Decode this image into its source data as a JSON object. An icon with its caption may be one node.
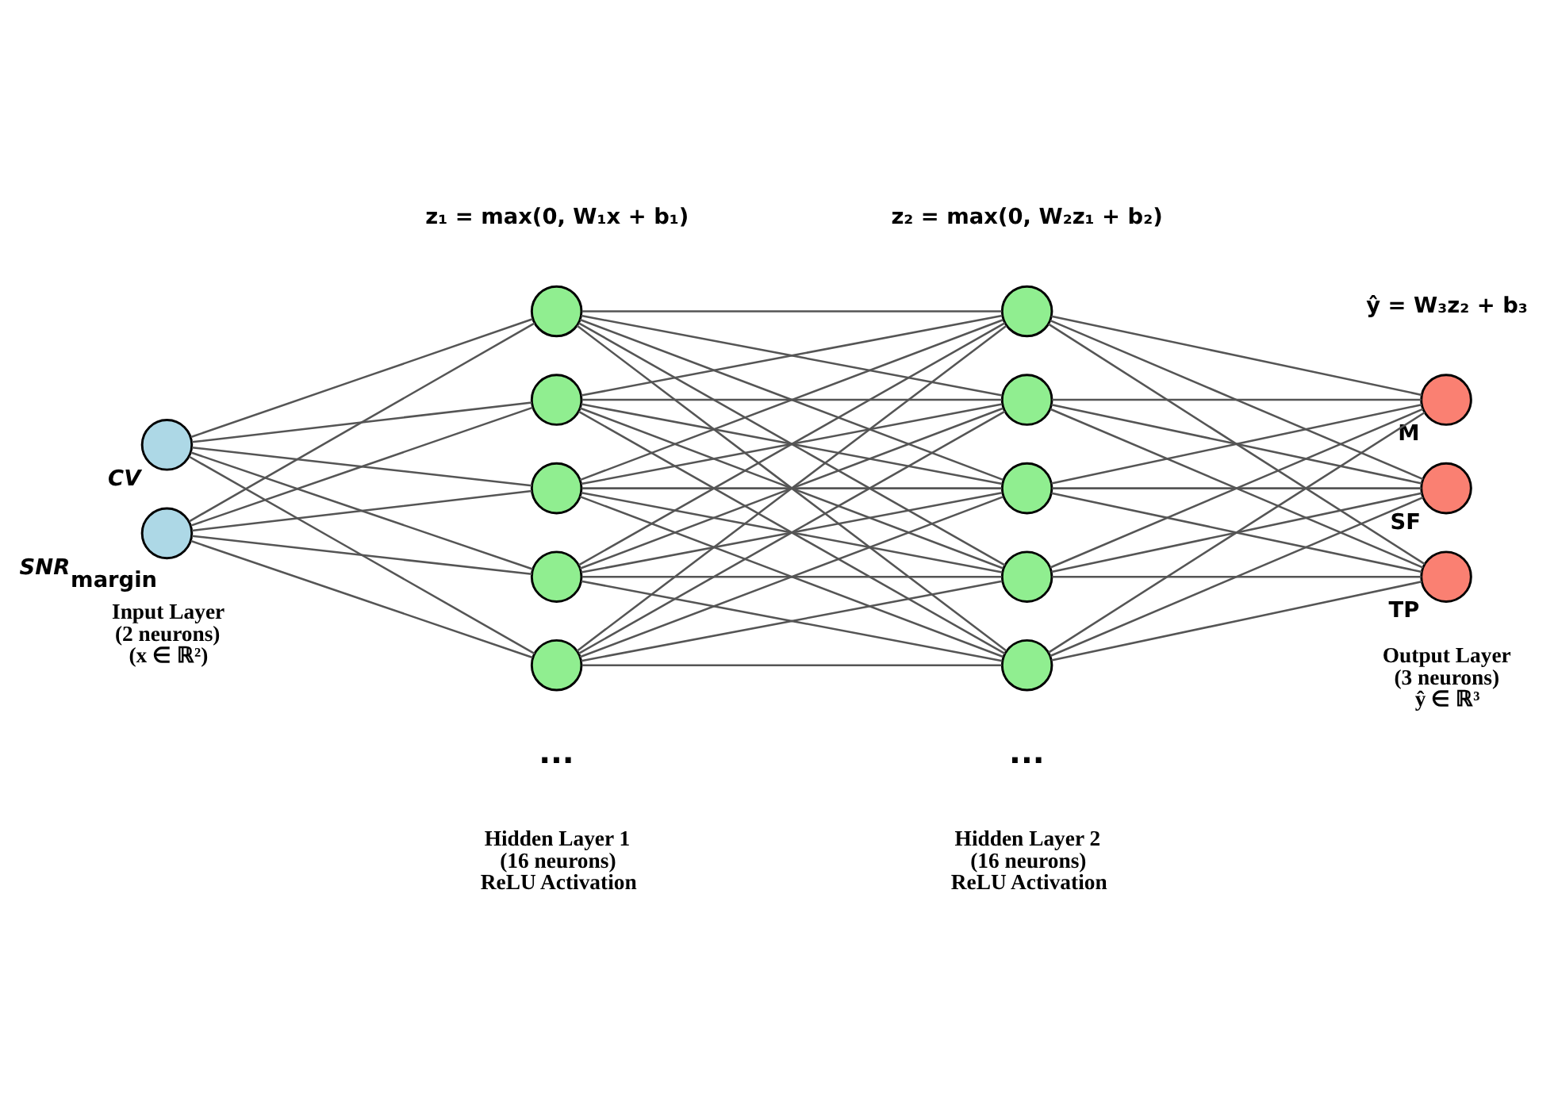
{
  "diagram": {
    "nodes": [
      {
        "text": [],
        "shape": "circle",
        "beside": [
          "*CV*"
        ]
      },
      {
        "text": [],
        "shape": "circle",
        "beside": [
          "*SNR*$_{margin}$"
        ]
      },
      {
        "text": [],
        "shape": "circle"
      },
      {
        "text": [],
        "shape": "circle"
      },
      {
        "text": [],
        "shape": "circle"
      },
      {
        "text": [],
        "shape": "circle"
      },
      {
        "text": [],
        "shape": "circle"
      },
      {
        "text": [],
        "shape": "circle"
      },
      {
        "text": [],
        "shape": "circle"
      },
      {
        "text": [],
        "shape": "circle"
      },
      {
        "text": [],
        "shape": "circle"
      },
      {
        "text": [],
        "shape": "circle"
      },
      {
        "text": [],
        "shape": "circle",
        "beside": [
          "M"
        ]
      },
      {
        "text": [],
        "shape": "circle",
        "beside": [
          "SF"
        ]
      },
      {
        "text": [],
        "shape": "circle",
        "beside": [
          "TP"
        ]
      }
    ],
    "edges": [
      {
        "from": 0,
        "to": 2,
        "arrow": "none"
      },
      {
        "from": 0,
        "to": 3,
        "arrow": "none"
      },
      {
        "from": 0,
        "to": 4,
        "arrow": "none"
      },
      {
        "from": 0,
        "to": 5,
        "arrow": "none"
      },
      {
        "from": 0,
        "to": 6,
        "arrow": "none"
      },
      {
        "from": 1,
        "to": 2,
        "arrow": "none"
      },
      {
        "from": 1,
        "to": 3,
        "arrow": "none"
      },
      {
        "from": 1,
        "to": 4,
        "arrow": "none"
      },
      {
        "from": 1,
        "to": 5,
        "arrow": "none"
      },
      {
        "from": 1,
        "to": 6,
        "arrow": "none"
      },
      {
        "from": 2,
        "to": 7,
        "arrow": "none"
      },
      {
        "from": 2,
        "to": 8,
        "arrow": "none"
      },
      {
        "from": 2,
        "to": 9,
        "arrow": "none"
      },
      {
        "from": 2,
        "to": 10,
        "arrow": "none"
      },
      {
        "from": 2,
        "to": 11,
        "arrow": "none"
      },
      {
        "from": 3,
        "to": 7,
        "arrow": "none"
      },
      {
        "from": 3,
        "to": 8,
        "arrow": "none"
      },
      {
        "from": 3,
        "to": 9,
        "arrow": "none"
      },
      {
        "from": 3,
        "to": 10,
        "arrow": "none"
      },
      {
        "from": 3,
        "to": 11,
        "arrow": "none"
      },
      {
        "from": 4,
        "to": 7,
        "arrow": "none"
      },
      {
        "from": 4,
        "to": 8,
        "arrow": "none"
      },
      {
        "from": 4,
        "to": 9,
        "arrow": "none"
      },
      {
        "from": 4,
        "to": 10,
        "arrow": "none"
      },
      {
        "from": 4,
        "to": 11,
        "arrow": "none"
      },
      {
        "from": 5,
        "to": 7,
        "arrow": "none"
      },
      {
        "from": 5,
        "to": 8,
        "arrow": "none"
      },
      {
        "from": 5,
        "to": 9,
        "arrow": "none"
      },
      {
        "from": 5,
        "to": 10,
        "arrow": "none"
      },
      {
        "from": 5,
        "to": 11,
        "arrow": "none"
      },
      {
        "from": 6,
        "to": 7,
        "arrow": "none"
      },
      {
        "from": 6,
        "to": 8,
        "arrow": "none"
      },
      {
        "from": 6,
        "to": 9,
        "arrow": "none"
      },
      {
        "from": 6,
        "to": 10,
        "arrow": "none"
      },
      {
        "from": 6,
        "to": 11,
        "arrow": "none"
      },
      {
        "from": 7,
        "to": 12,
        "arrow": "none"
      },
      {
        "from": 7,
        "to": 13,
        "arrow": "none"
      },
      {
        "from": 7,
        "to": 14,
        "arrow": "none"
      },
      {
        "from": 8,
        "to": 12,
        "arrow": "none"
      },
      {
        "from": 8,
        "to": 13,
        "arrow": "none"
      },
      {
        "from": 8,
        "to": 14,
        "arrow": "none"
      },
      {
        "from": 9,
        "to": 12,
        "arrow": "none"
      },
      {
        "from": 9,
        "to": 13,
        "arrow": "none"
      },
      {
        "from": 9,
        "to": 14,
        "arrow": "none"
      },
      {
        "from": 10,
        "to": 12,
        "arrow": "none"
      },
      {
        "from": 10,
        "to": 13,
        "arrow": "none"
      },
      {
        "from": 10,
        "to": 14,
        "arrow": "none"
      },
      {
        "from": 11,
        "to": 12,
        "arrow": "none"
      },
      {
        "from": 11,
        "to": 13,
        "arrow": "none"
      },
      {
        "from": 11,
        "to": 14,
        "arrow": "none"
      }
    ],
    "labels": [
      "z₁ = max(0, W₁x + b₁)",
      "z₂ = max(0, W₂z₁ + b₂)",
      "ŷ = W₃z₂ + b₃",
      "...",
      "...",
      "Input Layer (2 neurons) (x ∈ ℝ²)",
      "Hidden Layer 1 (16 neurons) ReLU Activation",
      "Hidden Layer 2 (16 neurons) ReLU Activation",
      "Output Layer (3 neurons) ŷ ∈ ℝ³"
    ]
  }
}
